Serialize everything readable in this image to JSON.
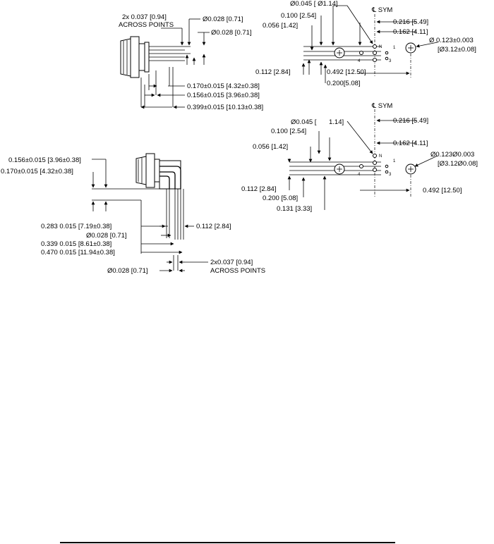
{
  "top_left_view": {
    "across_points_1": "2x 0.037 [0.94]",
    "across_points_2": "ACROSS POINTS",
    "dia_028_a": "Ø0.028 [0.71]",
    "dia_028_b": "Ø0.028 [0.71]",
    "dim_170": "0.170±0.015 [4.32±0.38]",
    "dim_156": "0.156±0.015 [3.96±0.38]",
    "dim_399": "0.399±0.015 [10.13±0.38]"
  },
  "top_right_view": {
    "dia_045": "Ø0.045 [ Ø1.14]",
    "csym": "℄ SYM",
    "dim_100": "0.100 [2.54]",
    "dim_056": "0.056 [1.42]",
    "dim_216": "0.216 [5.49]",
    "dim_162": "0.162 [4.11]",
    "dia_123_a": "Ø 0.123±0.003",
    "dia_123_b": "[Ø3.12±0.08]",
    "dim_112": "0.112 [2.84]",
    "dim_492": "0.492 [12.50]",
    "dim_200": "0.200[5.08]",
    "pin_n": "N",
    "pin_1": "1",
    "pin_3": "3",
    "pin_4": "4"
  },
  "bottom_left_view": {
    "dim_156": "0.156±0.015 [3.96±0.38]",
    "dim_170": "0.170±0.015 [4.32±0.38]",
    "dim_283": "0.283  0.015 [7.19±0.38]",
    "dia_028_a": "Ø0.028 [0.71]",
    "dim_112": "0.112 [2.84]",
    "dim_339": "0.339  0.015 [8.61±0.38]",
    "dim_470": "0.470  0.015 [11.94±0.38]",
    "across_points_1": "2x0.037 [0.94]",
    "across_points_2": "ACROSS POINTS",
    "dia_028_b": "Ø0.028 [0.71]"
  },
  "bottom_right_view": {
    "dia_045": "Ø0.045 [",
    "dia_045_b": "1.14]",
    "csym": "℄ SYM",
    "dim_216": "0.216 [5.49]",
    "dim_100": "0.100 [2.54]",
    "dim_162": "0.162 [4.11]",
    "dim_056": "0.056 [1.42]",
    "dia_123_a": "Ø0.123Ø0.003",
    "dia_123_b": "[Ø3.12Ø0.08]",
    "dim_112": "0.112 [2.84]",
    "dim_492": "0.492 [12.50]",
    "dim_200": "0.200 [5.08]",
    "dim_131": "0.131 [3.33]",
    "pin_n": "N",
    "pin_1": "1",
    "pin_3": "3",
    "pin_4": "4"
  }
}
